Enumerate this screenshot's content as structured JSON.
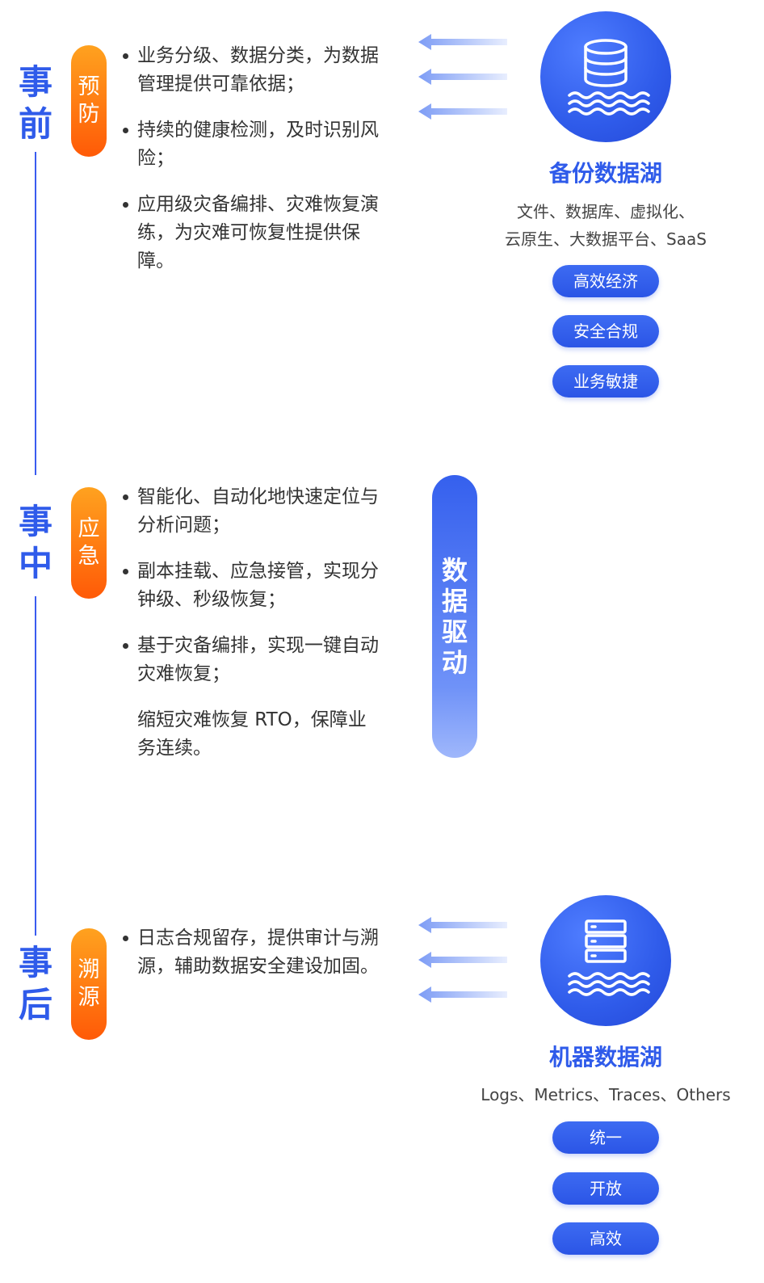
{
  "stages": [
    {
      "title_chars": [
        "事",
        "前"
      ],
      "pill_chars": [
        "预",
        "防"
      ],
      "bullets": [
        "业务分级、数据分类，为数据管理提供可靠依据；",
        "持续的健康检测，及时识别风险；",
        "应用级灾备编排、灾难恢复演练，为灾难可恢复性提供保障。"
      ]
    },
    {
      "title_chars": [
        "事",
        "中"
      ],
      "pill_chars": [
        "应",
        "急"
      ],
      "bullets": [
        "智能化、自动化地快速定位与分析问题；",
        "副本挂载、应急接管，实现分钟级、秒级恢复；",
        "基于灾备编排，实现一键自动灾难恢复；"
      ],
      "extra_text": "缩短灾难恢复 RTO，保障业务连续。"
    },
    {
      "title_chars": [
        "事",
        "后"
      ],
      "pill_chars": [
        "溯",
        "源"
      ],
      "bullets": [
        "日志合规留存，提供审计与溯源，辅助数据安全建设加固。"
      ]
    }
  ],
  "data_driven_chars": [
    "数",
    "据",
    "驱",
    "动"
  ],
  "backup_lake": {
    "icon": "database-icon",
    "title": "备份数据湖",
    "desc_lines": [
      "文件、数据库、虚拟化、",
      "云原生、大数据平台、SaaS"
    ],
    "tags": [
      "高效经济",
      "安全合规",
      "业务敏捷"
    ]
  },
  "machine_lake": {
    "icon": "server-icon",
    "title": "机器数据湖",
    "desc_lines": [
      "Logs、Metrics、Traces、Others"
    ],
    "tags": [
      "统一",
      "开放",
      "高效"
    ]
  },
  "colors": {
    "accent_blue": "#2f5bea",
    "pill_orange_top": "#ffa21f",
    "pill_orange_bottom": "#ff5a07"
  }
}
